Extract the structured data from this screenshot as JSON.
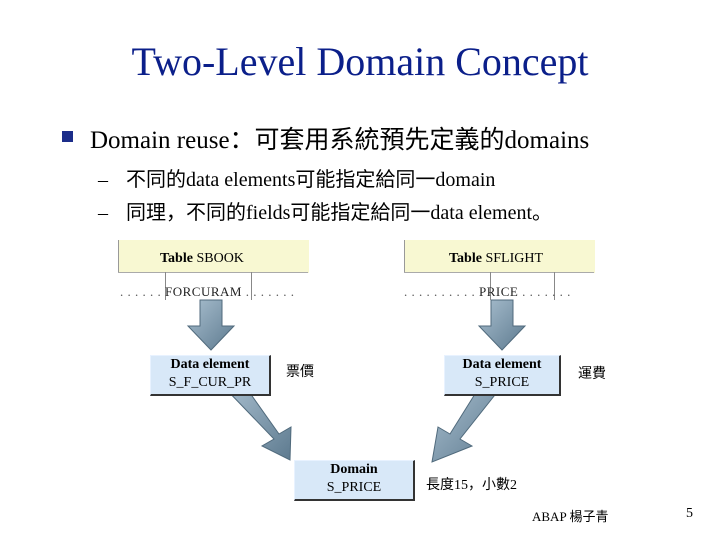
{
  "title": "Two-Level Domain Concept",
  "bullet": "Domain reuse：可套用系統預先定義的domains",
  "subbullets": [
    "不同的data elements可能指定給同一domain",
    "同理，不同的fields可能指定給同一data element。"
  ],
  "dash": "–",
  "tables": {
    "left": {
      "label": "Table",
      "name": "SBOOK",
      "dots_before": ". . . . . .",
      "field": "FORCURAM",
      "dots_after": ". . . . . . ."
    },
    "right": {
      "label": "Table",
      "name": "SFLIGHT",
      "dots_before": ". . . . . . . . . .",
      "field": "PRICE",
      "dots_after": ". . . . . . ."
    }
  },
  "data_elements": {
    "left": {
      "heading": "Data element",
      "name": "S_F_CUR_PR",
      "note": "票價"
    },
    "right": {
      "heading": "Data element",
      "name": "S_PRICE",
      "note": "運費"
    }
  },
  "domain": {
    "heading": "Domain",
    "name": "S_PRICE",
    "note": "長度15，小數2"
  },
  "footer": "ABAP 楊子青",
  "page_number": "5",
  "colors": {
    "title": "#0b1f8a",
    "box_fill": "#d8e8f8",
    "arrow": "#7a95a8",
    "table_band": "#f8f8d2"
  }
}
